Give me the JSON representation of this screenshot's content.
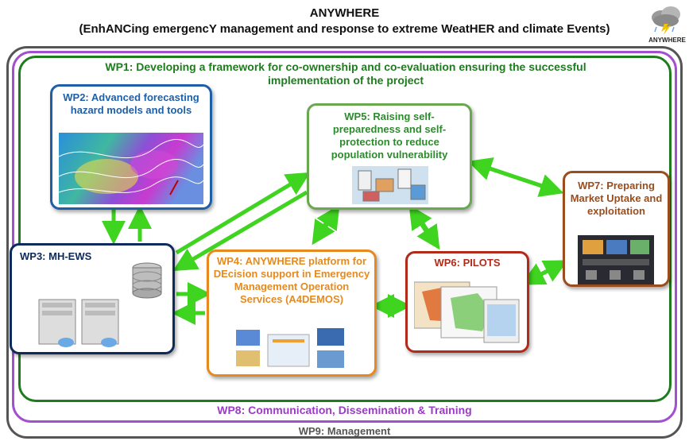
{
  "header": {
    "title": "ANYWHERE",
    "subtitle": "(EnhANCing emergencY management and response to extreme WeatHER and climate Events)"
  },
  "logo": {
    "text": "ANYWHERE",
    "icon": "storm-cloud-icon"
  },
  "wp1": {
    "label": "WP1: Developing a framework for co-ownership and co-evaluation ensuring the successful implementation of the project",
    "color": "#1e7b1e"
  },
  "wp2": {
    "label": "WP2: Advanced forecasting hazard models and tools",
    "color": "#1f5fa6"
  },
  "wp3": {
    "label": "WP3: MH-EWS",
    "color": "#0d2a5a"
  },
  "wp4": {
    "label": "WP4: ANYWHERE platform for DEcision support in Emergency Management Operation Services (A4DEMOS)",
    "color": "#e58a1f"
  },
  "wp5": {
    "label": "WP5: Raising self-preparedness and self-protection to reduce population vulnerability",
    "color": "#2e8a2e"
  },
  "wp6": {
    "label": "WP6: PILOTS",
    "color": "#b22a1a"
  },
  "wp7": {
    "label": "WP7: Preparing Market Uptake and exploitation",
    "color": "#9a4d1d"
  },
  "wp8": {
    "label": "WP8: Communication, Dissemination & Training",
    "color": "#9a3bc4"
  },
  "wp9": {
    "label": "WP9: Management",
    "color": "#555555"
  },
  "arrow_color": "#3fd41f"
}
